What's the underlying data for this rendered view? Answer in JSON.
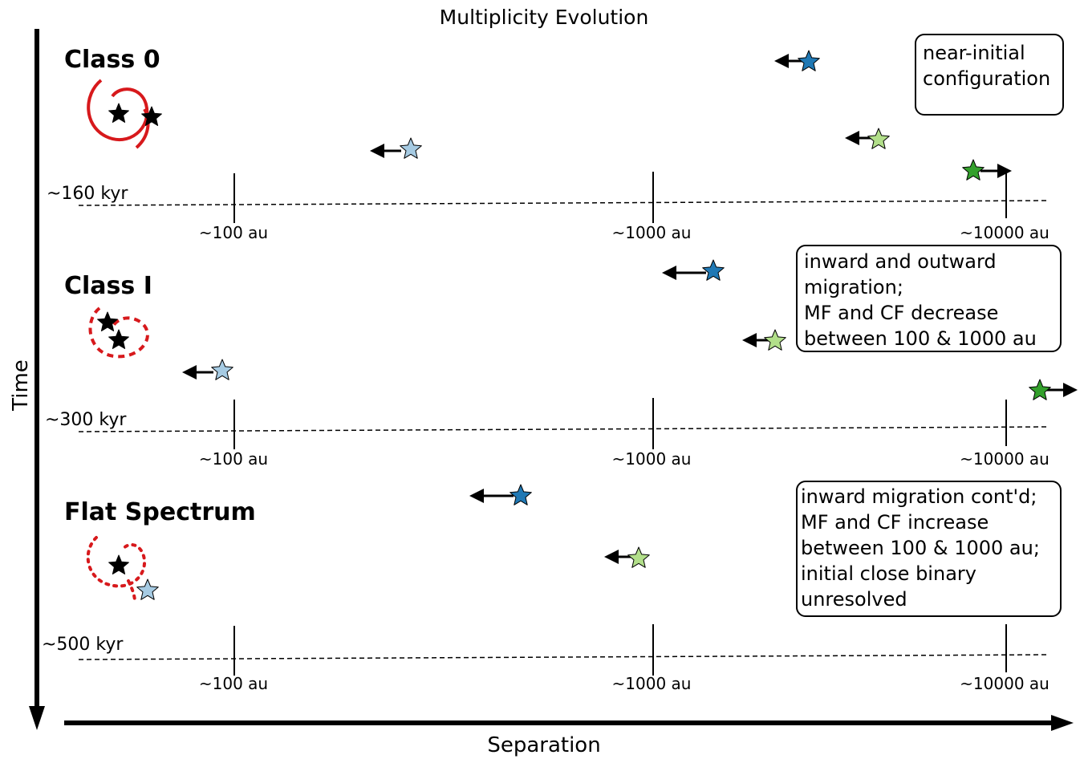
{
  "title": "Multiplicity Evolution",
  "x_axis_label": "Separation",
  "y_axis_label": "Time",
  "panels": [
    {
      "stage": "Class 0",
      "age": "~160 kyr",
      "ticks": [
        "~100 au",
        "~1000 au",
        "~10000 au"
      ],
      "note": [
        "near-initial",
        "configuration"
      ]
    },
    {
      "stage": "Class I",
      "age": "~300 kyr",
      "ticks": [
        "~100 au",
        "~1000 au",
        "~10000 au"
      ],
      "note": [
        "inward and outward",
        "migration;",
        "MF and CF decrease",
        "between 100 & 1000 au"
      ]
    },
    {
      "stage": "Flat Spectrum",
      "age": "~500 kyr",
      "ticks": [
        "~100 au",
        "~1000 au",
        "~10000 au"
      ],
      "note": [
        "inward migration cont'd;",
        "MF and CF increase",
        "between 100 & 1000 au;",
        "initial close binary",
        "unresolved"
      ]
    }
  ],
  "colors": {
    "light_blue_star": "#a6cbe3",
    "blue_star": "#1f78b4",
    "light_green_star": "#b2df8a",
    "green_star": "#33a02c",
    "disk_red": "#d7191c"
  }
}
